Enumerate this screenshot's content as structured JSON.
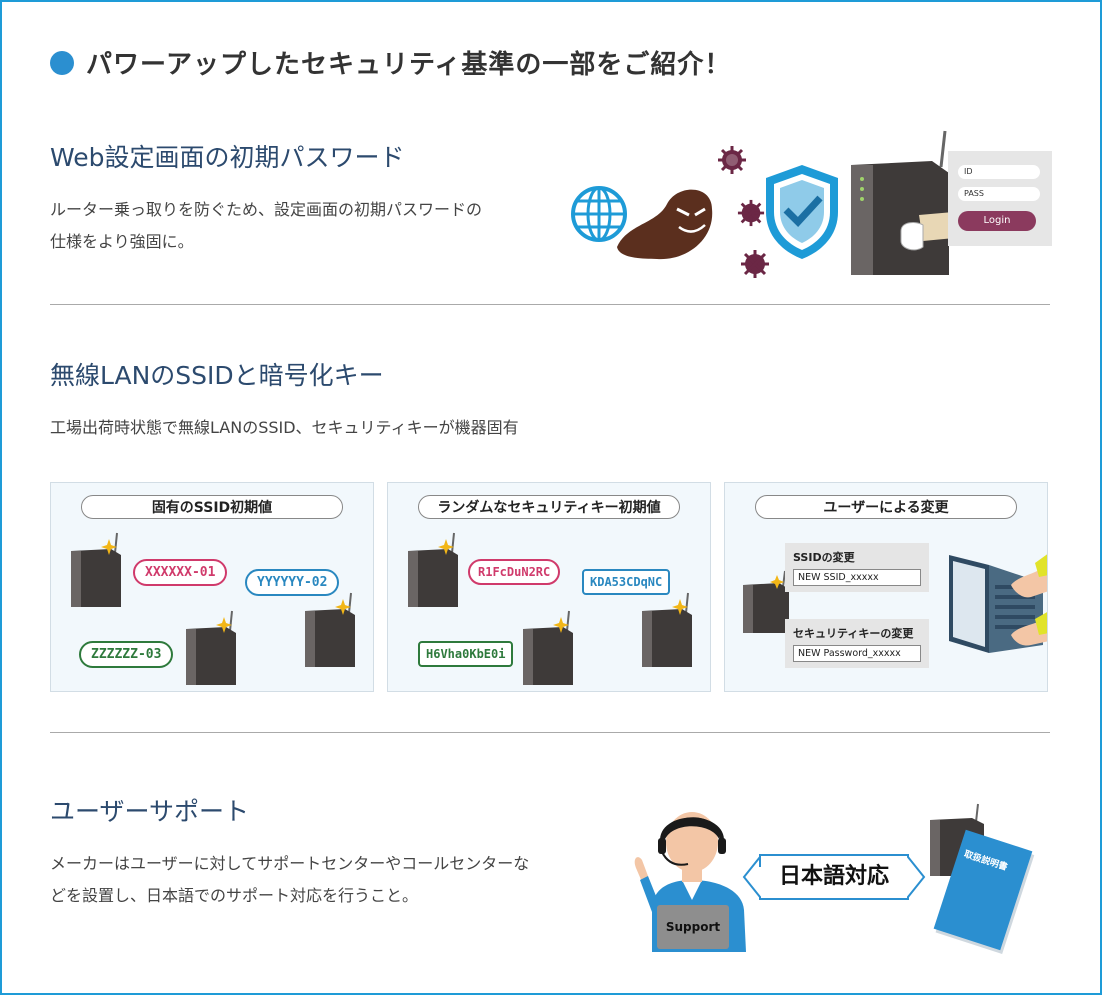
{
  "header": {
    "title": "パワーアップしたセキュリティ基準の一部をご紹介！"
  },
  "section1": {
    "title": "Web設定画面の初期パスワード",
    "text_line1": "ルーター乗っ取りを防ぐため、設定画面の初期パスワードの",
    "text_line2": "仕様をより強固に。",
    "login": {
      "id_label": "ID",
      "pass_label": "PASS",
      "button": "Login"
    }
  },
  "section2": {
    "title": "無線LANのSSIDと暗号化キー",
    "text": "工場出荷時状態で無線LANのSSID、セキュリティキーが機器固有",
    "panels": [
      {
        "label": "固有のSSID初期値",
        "bubbles": [
          "XXXXXX-01",
          "YYYYYY-02",
          "ZZZZZZ-03"
        ]
      },
      {
        "label": "ランダムなセキュリティキー初期値",
        "bubbles": [
          "R1FcDuN2RC",
          "KDA53CDqNC",
          "H6Vha0KbE0i"
        ]
      },
      {
        "label": "ユーザーによる変更",
        "ssid_label": "SSIDの変更",
        "ssid_value": "NEW SSID_xxxxx",
        "key_label": "セキュリティキーの変更",
        "key_value": "NEW Password_xxxxx"
      }
    ]
  },
  "section3": {
    "title": "ユーザーサポート",
    "text_line1": "メーカーはユーザーに対してサポートセンターやコールセンターな",
    "text_line2": "どを設置し、日本語でのサポート対応を行うこと。",
    "support_label": "Support",
    "japanese_label": "日本語対応",
    "manual_label": "取扱説明書"
  },
  "colors": {
    "accent": "#1e9bd7",
    "title_blue": "#2c4a6e",
    "pink": "#d03a6b",
    "blue": "#2a88c0",
    "green": "#2e7a3c",
    "router": "#3e3a39",
    "login_button": "#8b3a5e"
  },
  "icons": [
    "bullet-dot-icon",
    "globe-icon",
    "ghost-icon",
    "virus-icon",
    "shield-check-icon",
    "router-icon",
    "sparkle-icon",
    "laptop-icon",
    "headset-operator-icon",
    "manual-book-icon"
  ]
}
